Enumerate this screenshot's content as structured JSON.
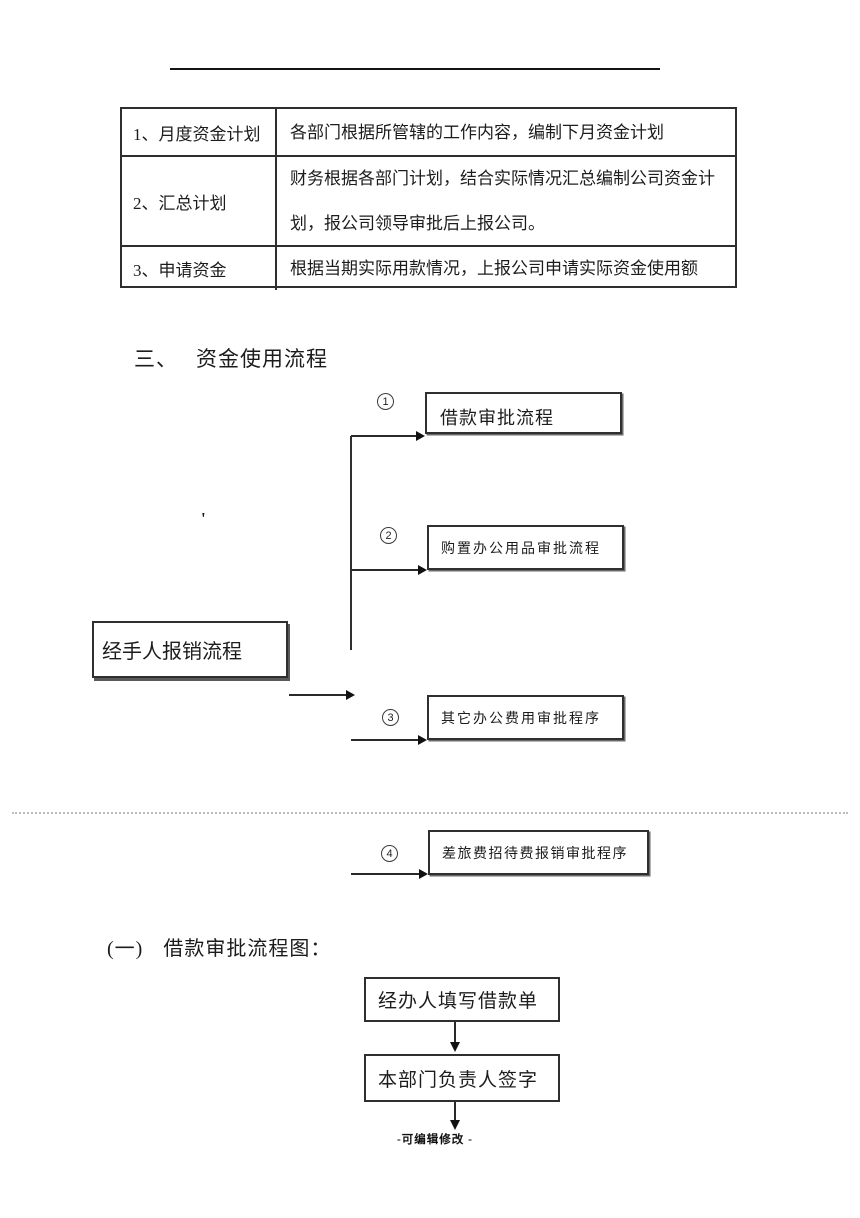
{
  "table": {
    "rows": [
      {
        "label": "1、月度资金计划",
        "desc": "各部门根据所管辖的工作内容，编制下月资金计划"
      },
      {
        "label": "2、汇总计划",
        "desc": "财务根据各部门计划，结合实际情况汇总编制公司资金计\n划，报公司领导审批后上报公司。"
      },
      {
        "label": "3、申请资金",
        "desc": "根据当期实际用款情况，上报公司申请实际资金使用额"
      }
    ]
  },
  "headings": {
    "section_number": "三、",
    "section_title": "资金使用流程",
    "subsection_number": "(一)",
    "subsection_title": "借款审批流程图："
  },
  "usage_flowchart": {
    "source_label": "经手人报销流程",
    "stray_mark": "'",
    "branches": [
      {
        "num": "1",
        "label": "借款审批流程"
      },
      {
        "num": "2",
        "label": "购置办公用品审批流程"
      },
      {
        "num": "3",
        "label": "其它办公费用审批程序"
      },
      {
        "num": "4",
        "label": "差旅费招待费报销审批程序"
      }
    ]
  },
  "loan_flowchart": {
    "steps": [
      "经办人填写借款单",
      "本部门负责人签字"
    ]
  },
  "footer": {
    "text": "-可编辑修改 -"
  }
}
